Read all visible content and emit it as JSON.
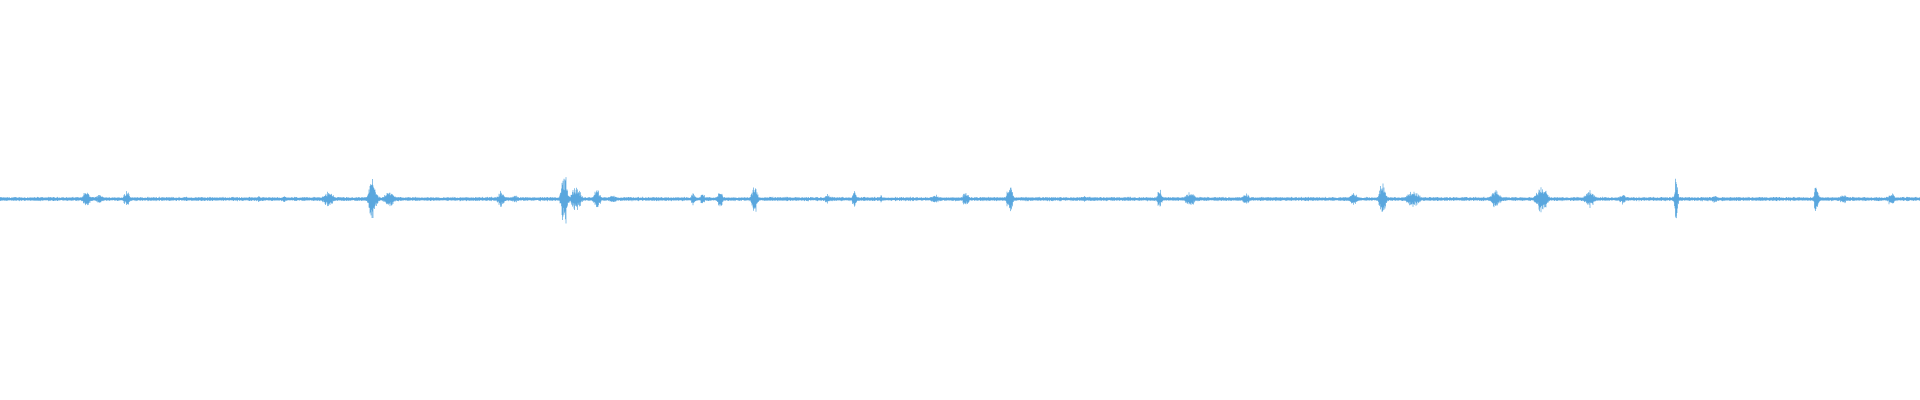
{
  "waveform": {
    "color": "#5aa7de",
    "background": "#ffffff",
    "baseline_amplitude": 0.012,
    "bursts": [
      {
        "t": 0.045,
        "a": 0.06,
        "w": 0.0018
      },
      {
        "t": 0.052,
        "a": 0.03,
        "w": 0.0025
      },
      {
        "t": 0.066,
        "a": 0.045,
        "w": 0.0018
      },
      {
        "t": 0.135,
        "a": 0.02,
        "w": 0.0015
      },
      {
        "t": 0.148,
        "a": 0.02,
        "w": 0.0015
      },
      {
        "t": 0.171,
        "a": 0.045,
        "w": 0.003
      },
      {
        "t": 0.194,
        "a": 0.12,
        "w": 0.0022
      },
      {
        "t": 0.203,
        "a": 0.05,
        "w": 0.003
      },
      {
        "t": 0.261,
        "a": 0.05,
        "w": 0.002
      },
      {
        "t": 0.268,
        "a": 0.025,
        "w": 0.002
      },
      {
        "t": 0.294,
        "a": 0.16,
        "w": 0.0018
      },
      {
        "t": 0.3,
        "a": 0.07,
        "w": 0.003
      },
      {
        "t": 0.311,
        "a": 0.06,
        "w": 0.002
      },
      {
        "t": 0.319,
        "a": 0.025,
        "w": 0.0025
      },
      {
        "t": 0.361,
        "a": 0.04,
        "w": 0.0012
      },
      {
        "t": 0.366,
        "a": 0.04,
        "w": 0.0012
      },
      {
        "t": 0.375,
        "a": 0.055,
        "w": 0.0015
      },
      {
        "t": 0.393,
        "a": 0.085,
        "w": 0.0018
      },
      {
        "t": 0.431,
        "a": 0.035,
        "w": 0.0015
      },
      {
        "t": 0.445,
        "a": 0.06,
        "w": 0.0012
      },
      {
        "t": 0.459,
        "a": 0.025,
        "w": 0.0012
      },
      {
        "t": 0.487,
        "a": 0.03,
        "w": 0.0025
      },
      {
        "t": 0.503,
        "a": 0.045,
        "w": 0.002
      },
      {
        "t": 0.526,
        "a": 0.08,
        "w": 0.0018
      },
      {
        "t": 0.565,
        "a": 0.025,
        "w": 0.0012
      },
      {
        "t": 0.604,
        "a": 0.065,
        "w": 0.0015
      },
      {
        "t": 0.62,
        "a": 0.045,
        "w": 0.003
      },
      {
        "t": 0.649,
        "a": 0.035,
        "w": 0.002
      },
      {
        "t": 0.705,
        "a": 0.035,
        "w": 0.0025
      },
      {
        "t": 0.72,
        "a": 0.12,
        "w": 0.0018
      },
      {
        "t": 0.736,
        "a": 0.045,
        "w": 0.004
      },
      {
        "t": 0.779,
        "a": 0.05,
        "w": 0.003
      },
      {
        "t": 0.803,
        "a": 0.09,
        "w": 0.003
      },
      {
        "t": 0.828,
        "a": 0.05,
        "w": 0.003
      },
      {
        "t": 0.845,
        "a": 0.03,
        "w": 0.002
      },
      {
        "t": 0.873,
        "a": 0.15,
        "w": 0.001
      },
      {
        "t": 0.893,
        "a": 0.025,
        "w": 0.0015
      },
      {
        "t": 0.946,
        "a": 0.11,
        "w": 0.0012
      },
      {
        "t": 0.96,
        "a": 0.03,
        "w": 0.002
      },
      {
        "t": 0.985,
        "a": 0.04,
        "w": 0.002
      }
    ]
  }
}
